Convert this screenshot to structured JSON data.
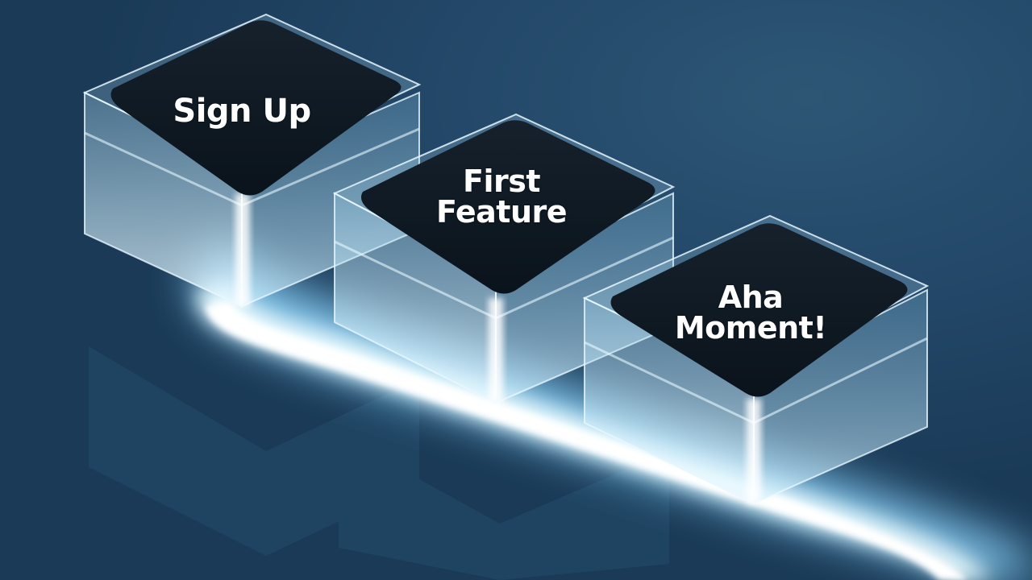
{
  "steps": [
    {
      "lines": [
        "Sign Up"
      ]
    },
    {
      "lines": [
        "First",
        "Feature"
      ]
    },
    {
      "lines": [
        "Aha",
        "Moment!"
      ]
    }
  ],
  "colors": {
    "background": "#1d3f5d",
    "glow": "#dff6ff",
    "cap": "#0d1822",
    "label": "#ffffff"
  }
}
